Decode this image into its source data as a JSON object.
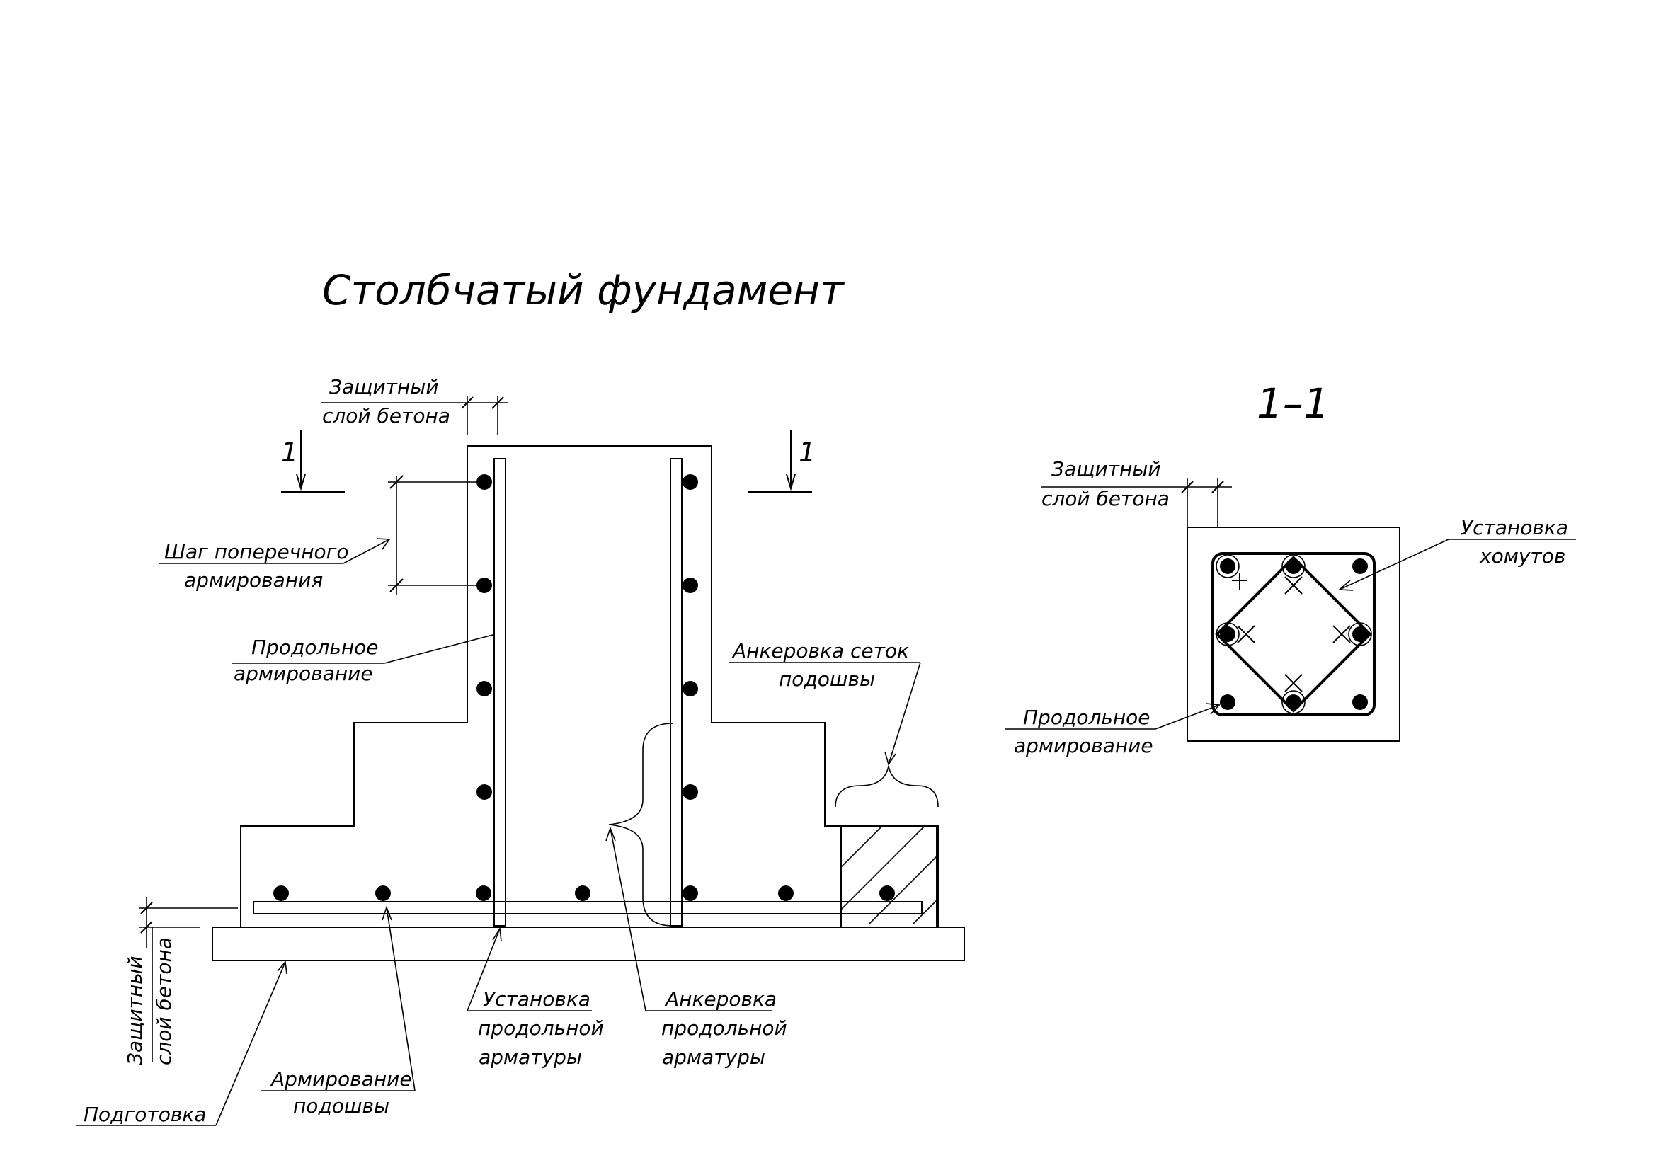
{
  "title": "Столбчатый фундамент",
  "section_marker": "1",
  "section_title": "1–1",
  "labels": {
    "cover_top_1": "Защитный",
    "cover_top_2": "слой бетона",
    "step_1": "Шаг поперечного",
    "step_2": "армирования",
    "long_1": "Продольное",
    "long_2": "армирование",
    "anchor_mesh_1": "Анкеровка сеток",
    "anchor_mesh_2": "подошвы",
    "cover_side_1": "Защитный",
    "cover_side_2": "слой бетона",
    "prep": "Подготовка",
    "sole_1": "Армирование",
    "sole_2": "подошвы",
    "install_1": "Установка",
    "install_2": "продольной",
    "install_3": "арматуры",
    "anch_1": "Анкеровка",
    "anch_2": "продольной",
    "anch_3": "арматуры",
    "sec_cover_1": "Защитный",
    "sec_cover_2": "слой бетона",
    "stirrup_1": "Установка",
    "stirrup_2": "хомутов",
    "sec_long_1": "Продольное",
    "sec_long_2": "армирование"
  }
}
